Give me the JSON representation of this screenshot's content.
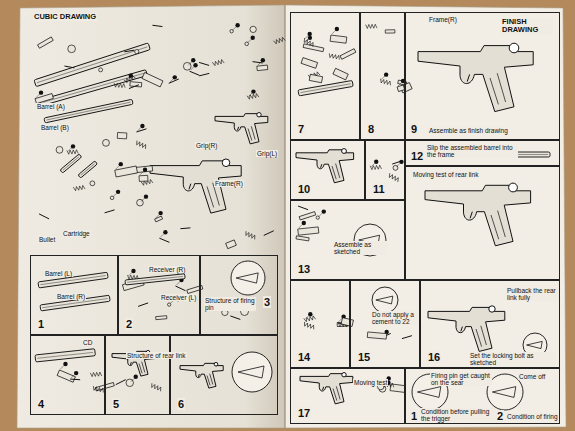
{
  "diagram": {
    "title": "CUBIC DRAWING",
    "nodes": [
      {
        "text": [
          "1"
        ]
      },
      {
        "text": [
          "2"
        ]
      },
      {
        "text": [
          "3"
        ]
      },
      {
        "text": [
          "4"
        ]
      },
      {
        "text": [
          "5"
        ]
      },
      {
        "text": [
          "6"
        ]
      },
      {
        "text": [
          "7"
        ]
      },
      {
        "text": [
          "8"
        ]
      },
      {
        "text": [
          "FINISH DRAWING",
          "9",
          "Assemble as finish drawing"
        ]
      },
      {
        "text": [
          "10"
        ]
      },
      {
        "text": [
          "11"
        ]
      },
      {
        "text": [
          "12",
          "Slip the assembled barrel into the frame"
        ]
      },
      {
        "text": [
          "Moving test of rear link"
        ]
      },
      {
        "text": [
          "13",
          "Assemble as sketched"
        ]
      },
      {
        "text": [
          "14"
        ]
      },
      {
        "text": [
          "15",
          "Do not apply a cement to 22"
        ]
      },
      {
        "text": [
          "Pullback the rear link fully",
          "16",
          "Set the locking bolt as sketched"
        ]
      },
      {
        "text": [
          "17",
          "Moving test"
        ]
      },
      {
        "text": [
          "Firing pin get caught on the sear",
          "Come off",
          "1",
          "Condition before pulling the trigger",
          "2",
          "Condition of firing"
        ]
      }
    ],
    "labels": [
      "Barrel (A)",
      "Barrel (B)",
      "Grip(R)",
      "Frame(R)",
      "Grip(L)",
      "Bullet",
      "Cartridge",
      "Barrel (L)",
      "Barrel (R)",
      "Receiver (R)",
      "Receiver (L)",
      "Structure of firing pin",
      "CD",
      "Structure of rear link",
      "Frame(R)"
    ]
  }
}
